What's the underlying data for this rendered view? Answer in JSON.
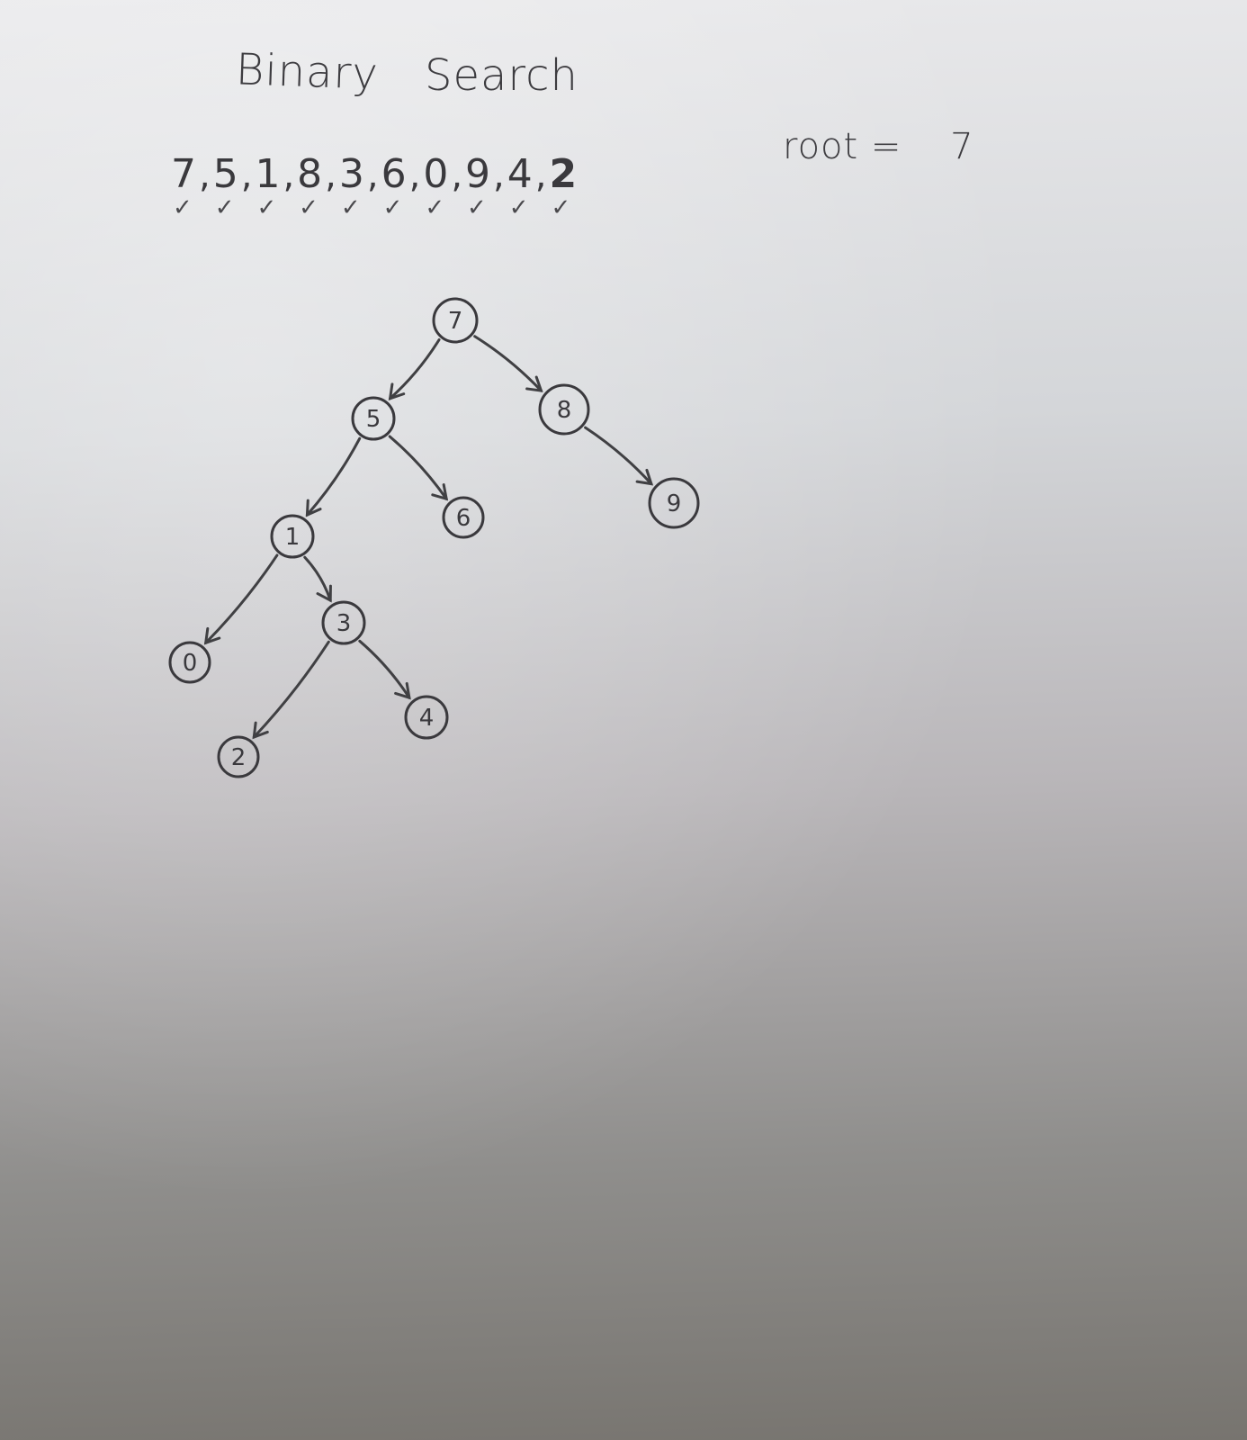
{
  "title": {
    "word1": "Binary",
    "word2": "Search"
  },
  "sequence": [
    "7",
    "5",
    "1",
    "8",
    "3",
    "6",
    "0",
    "9",
    "4",
    "2"
  ],
  "sequence_separator": ",",
  "check_mark": "✓",
  "root": {
    "label": "root =",
    "value": "7"
  },
  "tree": {
    "nodes": [
      {
        "id": "n7",
        "value": "7"
      },
      {
        "id": "n5",
        "value": "5"
      },
      {
        "id": "n8",
        "value": "8"
      },
      {
        "id": "n1",
        "value": "1"
      },
      {
        "id": "n6",
        "value": "6"
      },
      {
        "id": "n9",
        "value": "9"
      },
      {
        "id": "n0",
        "value": "0"
      },
      {
        "id": "n3",
        "value": "3"
      },
      {
        "id": "n2",
        "value": "2"
      },
      {
        "id": "n4",
        "value": "4"
      }
    ],
    "edges": [
      {
        "from": "n7",
        "to": "n5"
      },
      {
        "from": "n7",
        "to": "n8"
      },
      {
        "from": "n5",
        "to": "n1"
      },
      {
        "from": "n5",
        "to": "n6"
      },
      {
        "from": "n8",
        "to": "n9"
      },
      {
        "from": "n1",
        "to": "n0"
      },
      {
        "from": "n1",
        "to": "n3"
      },
      {
        "from": "n3",
        "to": "n2"
      },
      {
        "from": "n3",
        "to": "n4"
      }
    ]
  }
}
